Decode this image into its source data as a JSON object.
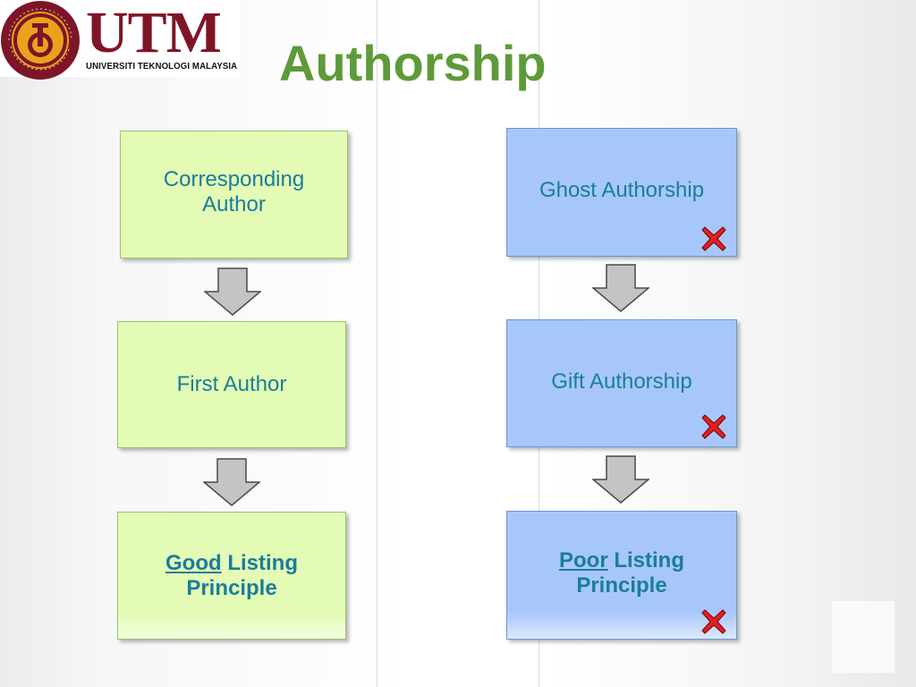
{
  "logo": {
    "wordmark": "UTM",
    "subtitle": "UNIVERSITI TEKNOLOGI MALAYSIA",
    "seal_text": "KERANA TUHAN UNTUK MANUSIA • UNIVERSITI TEKNOLOGI MALAYSIA",
    "colors": {
      "maroon": "#7e1526",
      "gold": "#e9a21d"
    }
  },
  "title": "Authorship",
  "left_column": {
    "box1": "Corresponding Author",
    "box2": "First Author",
    "box3_underlined": "Good",
    "box3_rest": " Listing Principle"
  },
  "right_column": {
    "box1": "Ghost Authorship",
    "box2": "Gift Authorship",
    "box3_underlined": "Poor",
    "box3_rest": " Listing Principle"
  },
  "icons": {
    "arrow": "down-arrow-icon",
    "cross": "red-x-icon"
  },
  "colors": {
    "title": "#5e9a3a",
    "text": "#1a7d9c",
    "green_box": "#e3fbb5",
    "blue_box": "#a7c7fb",
    "cross": "#e02020"
  }
}
